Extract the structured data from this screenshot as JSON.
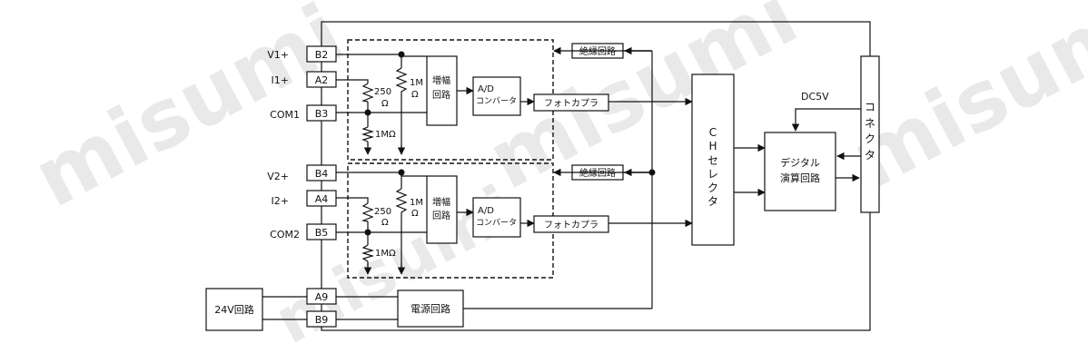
{
  "watermark": "misumi",
  "inputs": {
    "v1": "V1+",
    "i1": "I1+",
    "com1": "COM1",
    "v2": "V2+",
    "i2": "I2+",
    "com2": "COM2"
  },
  "terminals": {
    "b2": "B2",
    "a2": "A2",
    "b3": "B3",
    "b4": "B4",
    "a4": "A4",
    "b5": "B5",
    "a9": "A9",
    "b9": "B9"
  },
  "resistors": {
    "r250": "250",
    "ohm": "Ω",
    "r1m": "1M",
    "r1m_ohm": "1MΩ"
  },
  "blocks": {
    "amp_line1": "増幅",
    "amp_line2": "回路",
    "adc_line1": "A/D",
    "adc_line2": "コンバータ",
    "photocoupler": "フォトカプラ",
    "isolation": "絶縁回路",
    "ch_selector_chars": [
      "C",
      "H",
      "セ",
      "レ",
      "ク",
      "タ"
    ],
    "digital_line1": "デジタル",
    "digital_line2": "演算回路",
    "connector_chars": [
      "コ",
      "ネ",
      "ク",
      "タ"
    ],
    "dc5v": "DC5V",
    "power": "電源回路",
    "v24": "24V回路"
  },
  "colors": {
    "line": "#111111",
    "watermark": "#e9e9e9"
  }
}
